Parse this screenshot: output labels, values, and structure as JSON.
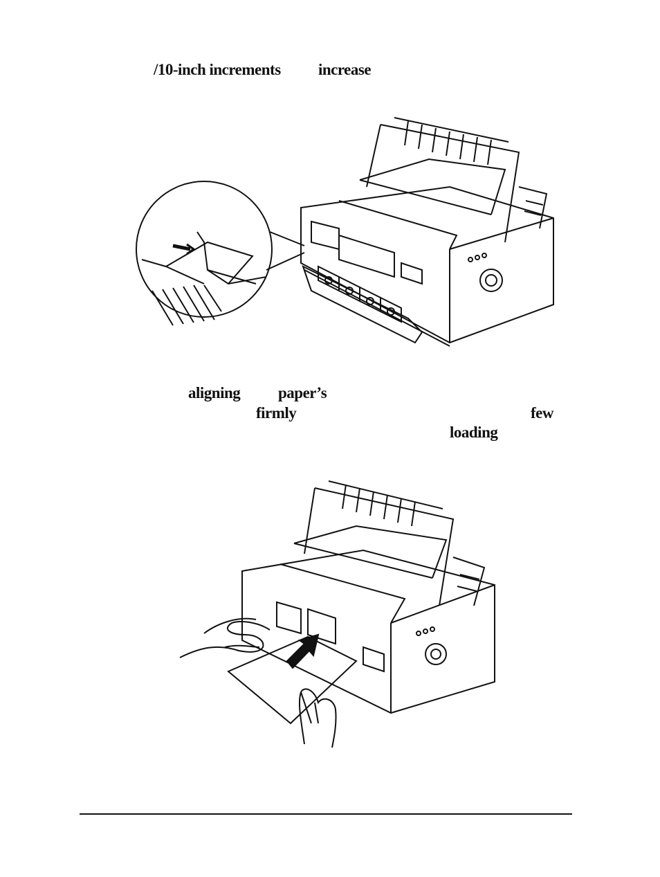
{
  "fragments": {
    "line1_a": "/10-inch increments",
    "line1_b": "increase",
    "p2_aligning": "aligning",
    "p2_papers": "paper’s",
    "p2_firmly": "firmly",
    "p2_few": "few",
    "p2_loading": "loading"
  },
  "figures": {
    "figure1_icon": "printer-paper-guide-illustration",
    "figure2_icon": "printer-paper-insert-illustration"
  },
  "colors": {
    "ink": "#111111",
    "paper": "#ffffff"
  }
}
